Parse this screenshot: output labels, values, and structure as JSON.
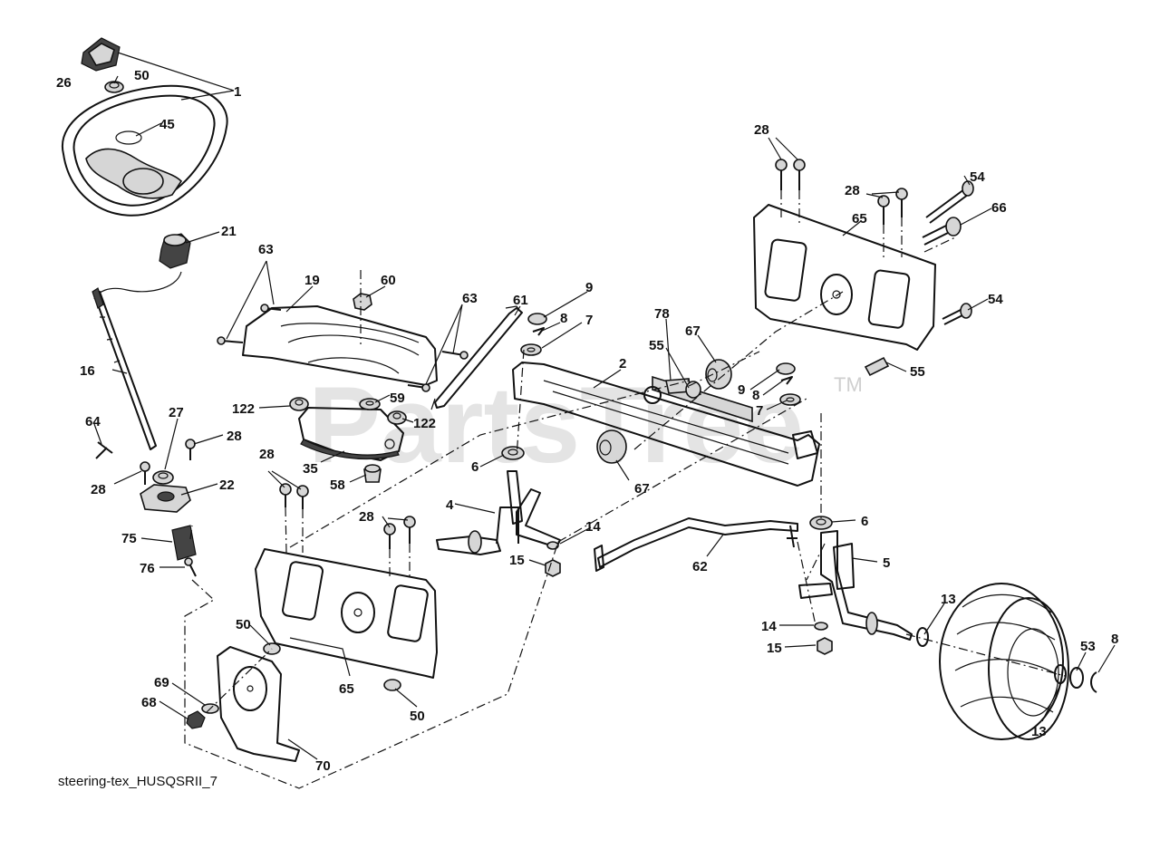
{
  "watermark": {
    "text": "PartsTree",
    "mark": "TM"
  },
  "caption": "steering-tex_HUSQSRII_7",
  "callouts": [
    {
      "id": "c1",
      "text": "1"
    },
    {
      "id": "c26",
      "text": "26"
    },
    {
      "id": "c50a",
      "text": "50"
    },
    {
      "id": "c45",
      "text": "45"
    },
    {
      "id": "c21",
      "text": "21"
    },
    {
      "id": "c63a",
      "text": "63"
    },
    {
      "id": "c19",
      "text": "19"
    },
    {
      "id": "c60",
      "text": "60"
    },
    {
      "id": "c63b",
      "text": "63"
    },
    {
      "id": "c61",
      "text": "61"
    },
    {
      "id": "c9a",
      "text": "9"
    },
    {
      "id": "c8a",
      "text": "8"
    },
    {
      "id": "c7a",
      "text": "7"
    },
    {
      "id": "c78",
      "text": "78"
    },
    {
      "id": "c67a",
      "text": "67"
    },
    {
      "id": "c55a",
      "text": "55"
    },
    {
      "id": "c2",
      "text": "2"
    },
    {
      "id": "c28a",
      "text": "28"
    },
    {
      "id": "c28b",
      "text": "28"
    },
    {
      "id": "c54a",
      "text": "54"
    },
    {
      "id": "c66",
      "text": "66"
    },
    {
      "id": "c65a",
      "text": "65"
    },
    {
      "id": "c54b",
      "text": "54"
    },
    {
      "id": "c55b",
      "text": "55"
    },
    {
      "id": "c9b",
      "text": "9"
    },
    {
      "id": "c8b",
      "text": "8"
    },
    {
      "id": "c7b",
      "text": "7"
    },
    {
      "id": "c16",
      "text": "16"
    },
    {
      "id": "c122a",
      "text": "122"
    },
    {
      "id": "c59",
      "text": "59"
    },
    {
      "id": "c122b",
      "text": "122"
    },
    {
      "id": "c64",
      "text": "64"
    },
    {
      "id": "c27",
      "text": "27"
    },
    {
      "id": "c28c",
      "text": "28"
    },
    {
      "id": "c28d",
      "text": "28"
    },
    {
      "id": "c22",
      "text": "22"
    },
    {
      "id": "c35",
      "text": "35"
    },
    {
      "id": "c58",
      "text": "58"
    },
    {
      "id": "c28e",
      "text": "28"
    },
    {
      "id": "c6a",
      "text": "6"
    },
    {
      "id": "c67b",
      "text": "67"
    },
    {
      "id": "c4",
      "text": "4"
    },
    {
      "id": "c28f",
      "text": "28"
    },
    {
      "id": "c14a",
      "text": "14"
    },
    {
      "id": "c6b",
      "text": "6"
    },
    {
      "id": "c75",
      "text": "75"
    },
    {
      "id": "c15a",
      "text": "15"
    },
    {
      "id": "c62",
      "text": "62"
    },
    {
      "id": "c5",
      "text": "5"
    },
    {
      "id": "c76",
      "text": "76"
    },
    {
      "id": "c13a",
      "text": "13"
    },
    {
      "id": "c50b",
      "text": "50"
    },
    {
      "id": "c14b",
      "text": "14"
    },
    {
      "id": "c15b",
      "text": "15"
    },
    {
      "id": "c53",
      "text": "53"
    },
    {
      "id": "c8c",
      "text": "8"
    },
    {
      "id": "c69",
      "text": "69"
    },
    {
      "id": "c65b",
      "text": "65"
    },
    {
      "id": "c68",
      "text": "68"
    },
    {
      "id": "c50c",
      "text": "50"
    },
    {
      "id": "c13b",
      "text": "13"
    },
    {
      "id": "c70",
      "text": "70"
    }
  ]
}
